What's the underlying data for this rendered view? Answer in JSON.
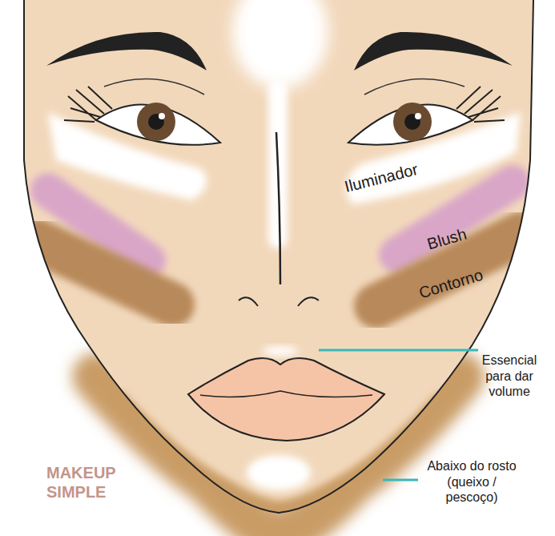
{
  "diagram": {
    "labels": [
      "Iluminador",
      "Blush",
      "Contorno",
      "Essencial para dar volume",
      "Abaixo do rosto (queixo / pescoço)",
      "MAKEUP SIMPLE"
    ]
  }
}
